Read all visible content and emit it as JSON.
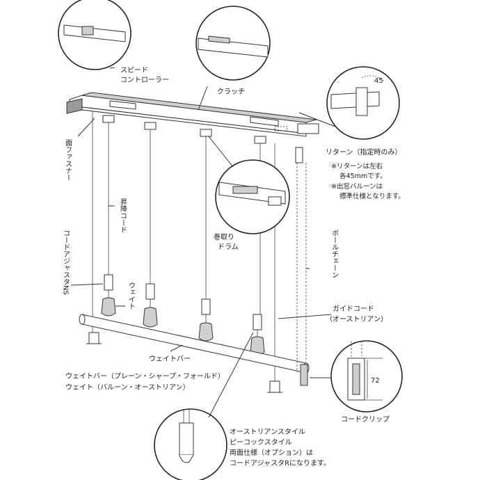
{
  "labels": {
    "speed_controller_1": "スピード",
    "speed_controller_2": "コントローラー",
    "clutch": "クラッチ",
    "return_angle": "45",
    "face_fastener": "面ファスナー",
    "return_title": "リターン（指定時のみ）",
    "return_note_1": "※リターンは左右",
    "return_note_2": "各45mmです。",
    "return_note_3": "※出窓バルーンは",
    "return_note_4": "標準仕様となります。",
    "lift_cord": "昇降コード",
    "winding_drum_1": "巻取り",
    "winding_drum_2": "ドラム",
    "ball_chain": "ボールチェーン",
    "cord_adjuster": "コードアジャスタNS",
    "weight": "ウェイト",
    "guide_cord_1": "ガイドコード",
    "guide_cord_2": "（オーストリアン）",
    "weight_bar": "ウェイトバー",
    "weight_bar_types": "ウェイトバー（プレーン・シャープ・フォールド）",
    "weight_types": "ウェイト（バルーン・オーストリアン）",
    "clip_dim": "72",
    "cord_clip": "コードクリップ",
    "note_1": "オーストリアンスタイル",
    "note_2": "ピーコックスタイル",
    "note_3": "両面仕様（オプション）は",
    "note_4": "コードアジャスタRになります。"
  }
}
